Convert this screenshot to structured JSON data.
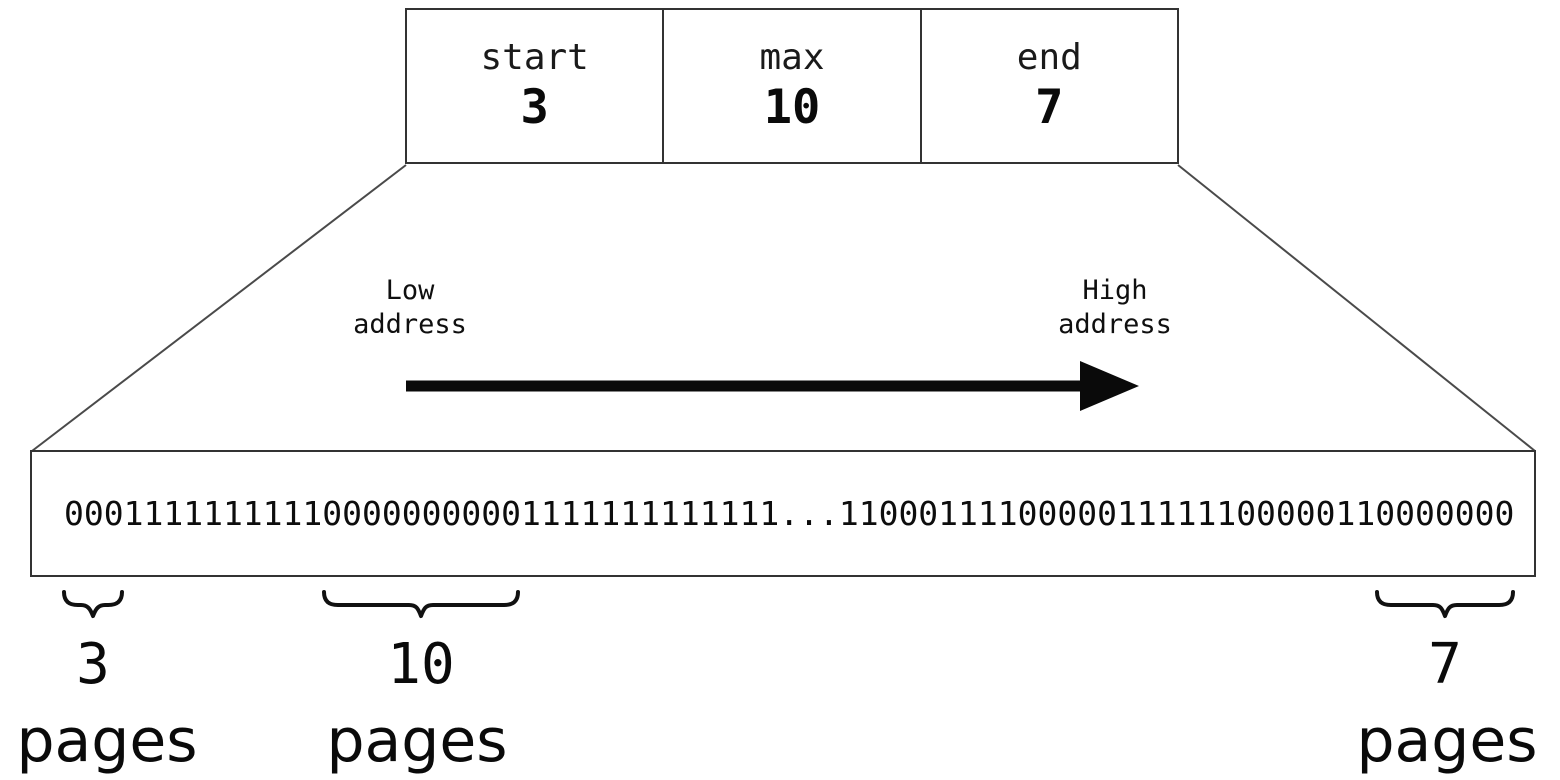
{
  "header_table": {
    "columns": [
      {
        "label": "start",
        "value": "3"
      },
      {
        "label": "max",
        "value": "10"
      },
      {
        "label": "end",
        "value": "7"
      }
    ]
  },
  "address_axis": {
    "low": {
      "line1": "Low",
      "line2": "address"
    },
    "high": {
      "line1": "High",
      "line2": "address"
    },
    "direction": "left-to-right"
  },
  "bitmap": {
    "bits": "000111111111100000000001111111111111...1100011110000011111100000110000000"
  },
  "annotations": [
    {
      "count": "3",
      "unit": "pages"
    },
    {
      "count": "10",
      "unit": "pages"
    },
    {
      "count": "7",
      "unit": "pages"
    }
  ],
  "icons": {
    "arrow": "right-arrow",
    "braces": "curly-underbrace"
  },
  "colors": {
    "background": "#ffffff",
    "line": "#333333",
    "diagonal": "#4a4a4a",
    "arrow": "#0a0a0a",
    "text": "#111111"
  }
}
